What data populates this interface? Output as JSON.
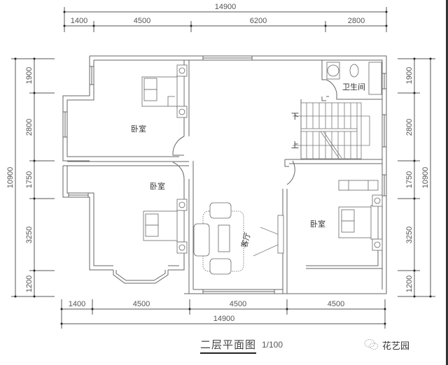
{
  "drawing": {
    "title": "二层平面图",
    "scale": "1/100",
    "watermark": "花艺园",
    "watermark_icon": "wechat-icon"
  },
  "dimensions": {
    "top_total": "14900",
    "top_segments": [
      "1400",
      "4500",
      "6200",
      "2800"
    ],
    "bottom_total": "14900",
    "bottom_segments": [
      "1400",
      "4500",
      "4500",
      "4500"
    ],
    "left_total": "10900",
    "left_segments": [
      "1900",
      "2800",
      "1750",
      "3250",
      "1200"
    ],
    "right_total": "10900",
    "right_segments": [
      "1900",
      "2800",
      "1750",
      "3250",
      "1200"
    ]
  },
  "rooms": {
    "bedroom_top_left": "卧室",
    "bedroom_bottom_left": "卧室",
    "bedroom_right": "卧室",
    "living_room": "客厅",
    "bathroom": "卫生间"
  },
  "stairs": {
    "down": "下",
    "up": "上"
  },
  "colors": {
    "line": "#555555",
    "wall": "#666666",
    "background": "#ffffff"
  }
}
